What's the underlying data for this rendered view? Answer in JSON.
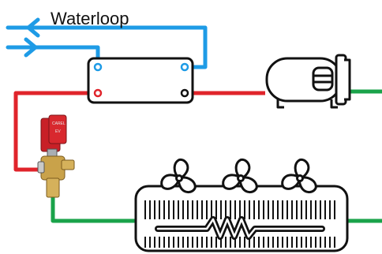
{
  "diagram": {
    "title": "Waterloop",
    "valve_brand": "CAREL",
    "valve_code": "EV",
    "colors": {
      "water": "#1e9be6",
      "hot_line": "#e0242b",
      "cold_line": "#1aa34a",
      "outline": "#111111",
      "valve_red": "#c82027",
      "valve_brass": "#c9a24a"
    }
  }
}
